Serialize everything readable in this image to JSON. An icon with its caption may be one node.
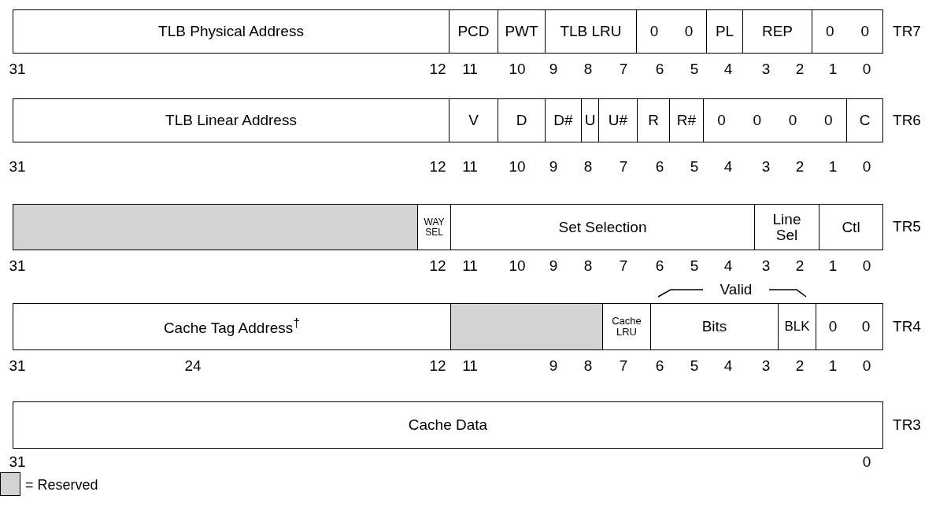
{
  "diagram": {
    "nodes": [
      {
        "text": [
          "TLB Physical Address"
        ]
      },
      {
        "text": [
          "PCD"
        ]
      },
      {
        "text": [
          "PWT"
        ]
      },
      {
        "text": [
          "TLB LRU"
        ]
      },
      {
        "text": [
          "0",
          "0"
        ]
      },
      {
        "text": [
          "PL"
        ]
      },
      {
        "text": [
          "REP"
        ]
      },
      {
        "text": [
          "0",
          "0"
        ]
      },
      {
        "text": [
          "TLB Linear Address"
        ]
      },
      {
        "text": [
          "V"
        ]
      },
      {
        "text": [
          "D"
        ]
      },
      {
        "text": [
          "D#"
        ]
      },
      {
        "text": [
          "U"
        ]
      },
      {
        "text": [
          "U#"
        ]
      },
      {
        "text": [
          "R"
        ]
      },
      {
        "text": [
          "R#"
        ]
      },
      {
        "text": [
          "0",
          "0",
          "0",
          "0"
        ]
      },
      {
        "text": [
          "C"
        ]
      },
      {
        "text": [],
        "shape": "box"
      },
      {
        "text": [
          "WAY SEL"
        ]
      },
      {
        "text": [
          "Set Selection"
        ]
      },
      {
        "text": [
          "Line Sel"
        ]
      },
      {
        "text": [
          "Ctl"
        ]
      },
      {
        "text": [
          "Cache Tag Address$^{†}$"
        ]
      },
      {
        "text": [],
        "shape": "box"
      },
      {
        "text": [
          "Cache LRU"
        ]
      },
      {
        "text": [
          "Bits"
        ]
      },
      {
        "text": [
          "BLK"
        ]
      },
      {
        "text": [
          "0",
          "0"
        ]
      },
      {
        "text": [
          "Cache Data"
        ]
      }
    ],
    "labels": [
      "TR7",
      "31",
      "12",
      "11",
      "10",
      "9",
      "8",
      "7",
      "6",
      "5",
      "4",
      "3",
      "2",
      "1",
      "0",
      "TR6",
      "31",
      "12",
      "11",
      "10",
      "9",
      "8",
      "7",
      "6",
      "5",
      "4",
      "3",
      "2",
      "1",
      "0",
      "TR5",
      "31",
      "12",
      "11",
      "10",
      "9",
      "8",
      "7",
      "6",
      "5",
      "4",
      "3",
      "2",
      "1",
      "0",
      "Valid",
      "TR4",
      "31",
      "24",
      "12",
      "11",
      "9",
      "8",
      "7",
      "6",
      "5",
      "4",
      "3",
      "2",
      "1",
      "0",
      "TR3",
      "31",
      "0"
    ],
    "legend": [
      {
        "text": "= Reserved",
        "color": "#d3d3d3"
      }
    ]
  }
}
